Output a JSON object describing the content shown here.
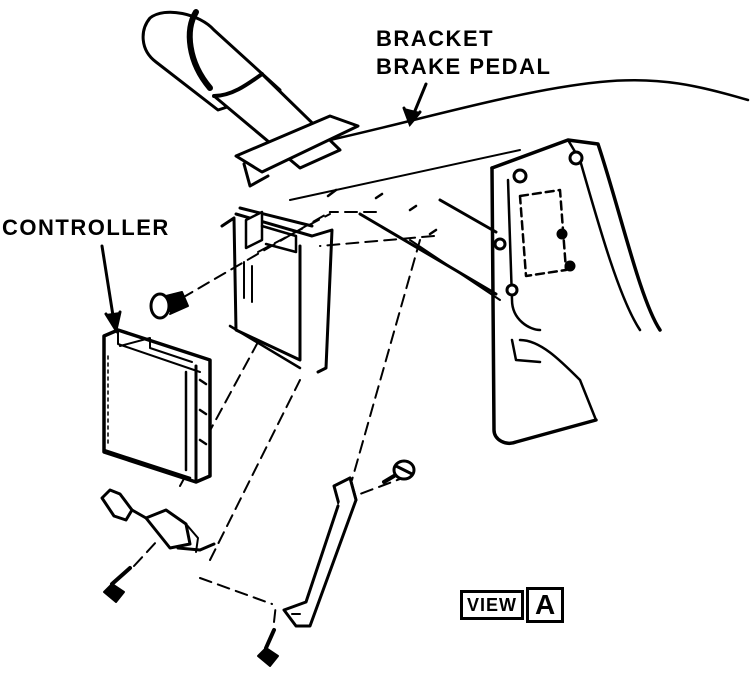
{
  "labels": {
    "bracket": "BRACKET",
    "brake_pedal": "BRAKE PEDAL",
    "controller": "CONTROLLER"
  },
  "view": {
    "word": "VIEW",
    "letter": "A"
  },
  "colors": {
    "ink": "#000000",
    "paper": "#ffffff"
  }
}
